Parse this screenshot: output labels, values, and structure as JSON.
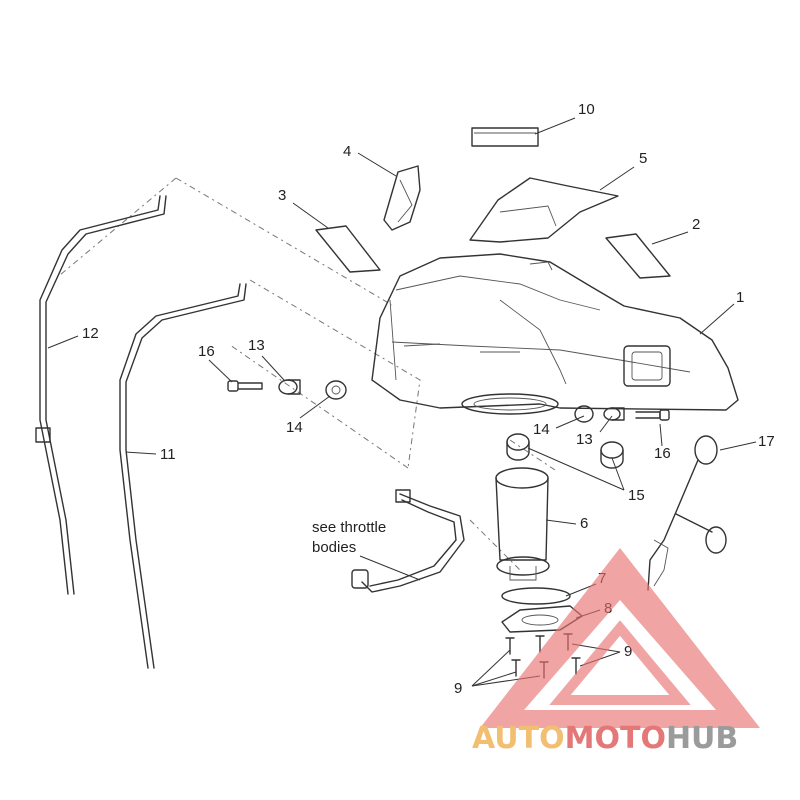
{
  "callouts": {
    "c1": "1",
    "c2": "2",
    "c3": "3",
    "c4": "4",
    "c5": "5",
    "c6": "6",
    "c7": "7",
    "c8": "8",
    "c9a": "9",
    "c9b": "9",
    "c10": "10",
    "c11": "11",
    "c12": "12",
    "c13a": "13",
    "c13b": "13",
    "c14a": "14",
    "c14b": "14",
    "c15": "15",
    "c16a": "16",
    "c16b": "16",
    "c17": "17"
  },
  "note": {
    "line1": "see throttle",
    "line2": "bodies"
  },
  "watermark": {
    "part1": "AUTO",
    "part2": "MOTO",
    "part3": "HUB",
    "color_orange": "#f0b45a",
    "color_red": "#e06060",
    "color_gray": "#8a8a8a"
  }
}
